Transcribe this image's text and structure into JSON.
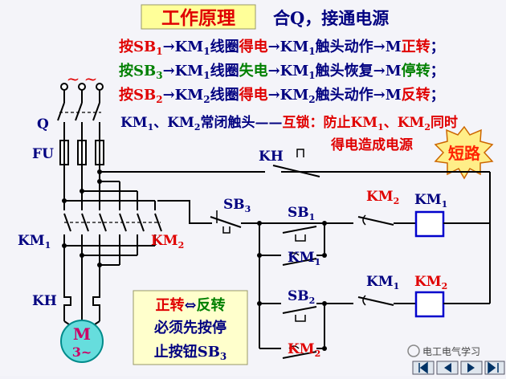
{
  "header": {
    "title": "工作原理",
    "subtitle": "合Q，接通电源"
  },
  "rules": {
    "line1": {
      "a": "按SB",
      "a_sub": "1",
      "b": "→KM",
      "b_sub": "1",
      "c": "线圈",
      "d": "得电",
      "e": "→KM",
      "e_sub": "1",
      "f": "触头动作→M",
      "g": "正转",
      "h": "；"
    },
    "line2": {
      "a": "按SB",
      "a_sub": "3",
      "b": "→KM",
      "b_sub": "1",
      "c": "线圈",
      "d": "失电",
      "e": "→KM",
      "e_sub": "1",
      "f": "触头恢复→M",
      "g": "停转",
      "h": "；"
    },
    "line3": {
      "a": "按SB",
      "a_sub": "2",
      "b": "→KM",
      "b_sub": "2",
      "c": "线圈",
      "d": "得电",
      "e": "→KM",
      "e_sub": "2",
      "f": "触头动作→M",
      "g": "反转",
      "h": "；"
    },
    "line4": {
      "a": "KM",
      "a_sub": "1",
      "b": "、KM",
      "b_sub": "2",
      "c": "常闭触头——",
      "d": "互锁",
      "e": "：防止KM",
      "e_sub": "1",
      "f": "、KM",
      "f_sub": "2",
      "g": "同时"
    },
    "line5": "得电造成电源",
    "burst": "短路"
  },
  "labels": {
    "tilde": "~",
    "q": "Q",
    "fu": "FU",
    "km1": "KM",
    "km1_sub": "1",
    "km2": "KM",
    "km2_sub": "2",
    "kh": "KH",
    "kh_ctrl": "KH",
    "motor_m": "M",
    "motor_3": "3~",
    "sb3": "SB",
    "sb3_sub": "3",
    "sb1": "SB",
    "sb1_sub": "1",
    "sb2": "SB",
    "sb2_sub": "2",
    "km1_hold": "KM",
    "km1_hold_sub": "1",
    "km2_hold": "KM",
    "km2_hold_sub": "2",
    "km2_nc": "KM",
    "km2_nc_sub": "2",
    "km1_nc": "KM",
    "km1_nc_sub": "1",
    "coil_km1": "KM",
    "coil_km1_sub": "1",
    "coil_km2": "KM",
    "coil_km2_sub": "2"
  },
  "note": {
    "w1": "正转",
    "arrow": "⇔",
    "w2": "反转",
    "line2": "必须先按停",
    "line3": "止按钮SB",
    "line3_sub": "3"
  },
  "watermark": "电工电气学习",
  "colors": {
    "title_bg": "#ffff99",
    "blue": "#000080",
    "red": "#e00000",
    "green": "#008000",
    "wire": "#000000",
    "coil": "#0000cc",
    "motor": "#008b8b",
    "burst": "#ff2200"
  }
}
